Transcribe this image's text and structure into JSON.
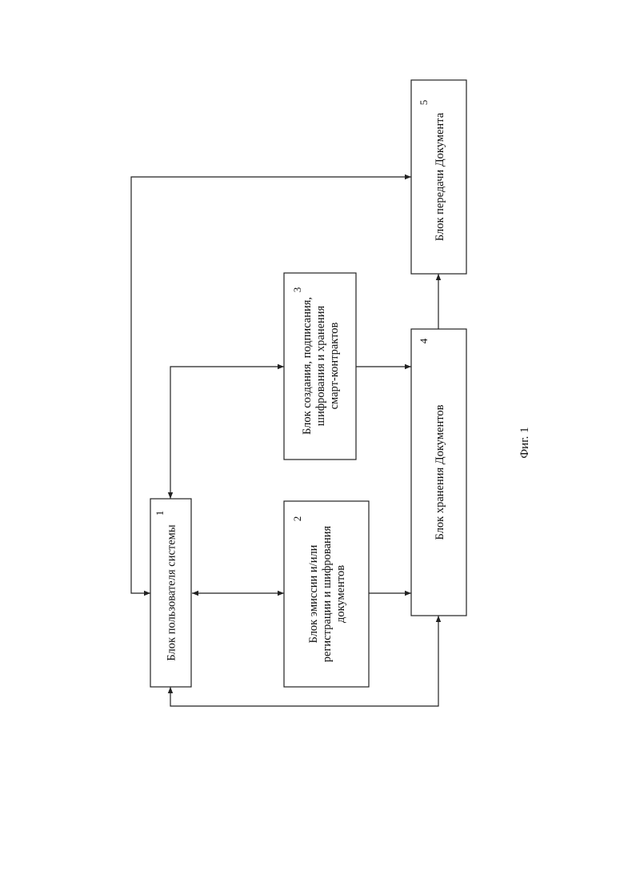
{
  "blocks": {
    "b1": {
      "number": "1",
      "lines": [
        "Блок пользователя системы"
      ]
    },
    "b2": {
      "number": "2",
      "lines": [
        "Блок эмиссии и/или",
        "регистрации и шифрования",
        "документов"
      ]
    },
    "b3": {
      "number": "3",
      "lines": [
        "Блок создания, подписания,",
        "шифрования и хранения",
        "смарт-контрактов"
      ]
    },
    "b4": {
      "number": "4",
      "lines": [
        "Блок хранения Документов"
      ]
    },
    "b5": {
      "number": "5",
      "lines": [
        "Блок передачи Документа"
      ]
    }
  },
  "caption": "Фиг. 1"
}
